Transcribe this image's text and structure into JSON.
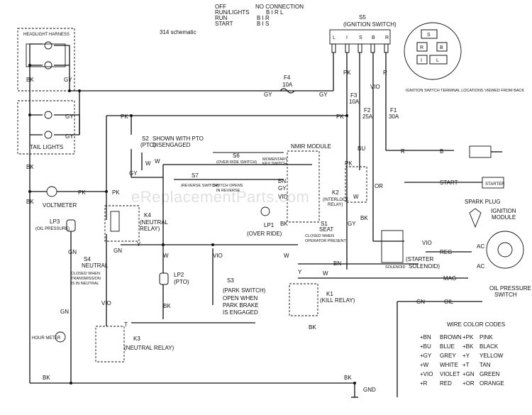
{
  "title": "314 schematic",
  "legend_states": [
    {
      "state": "OFF",
      "conn": "NO CONNECTION"
    },
    {
      "state": "RUN/LIGHTS",
      "conn": "B I R L"
    },
    {
      "state": "RUN",
      "conn": "B I R"
    },
    {
      "state": "START",
      "conn": "B I S"
    }
  ],
  "ignition": {
    "title": "S5",
    "subtitle": "(IGNITION SWITCH)",
    "terminals": [
      "L",
      "I",
      "S",
      "B",
      "R"
    ],
    "view_note": "IGNITION SWITCH TERMINAL LOCATIONS VIEWED FROM BACK",
    "face": [
      "S",
      "R",
      "B",
      "I",
      "L"
    ]
  },
  "fuses": {
    "f4": {
      "name": "F4",
      "rating": "10A"
    },
    "f3": {
      "name": "F3",
      "rating": "10A"
    },
    "f2": {
      "name": "F2",
      "rating": "25A"
    },
    "f1": {
      "name": "F1",
      "rating": "30A"
    }
  },
  "components": {
    "headlight": "HEADLIGHT HARNESS",
    "taillights": "TAIL LIGHTS",
    "voltmeter": "VOLTMETER",
    "lp3": "LP3",
    "lp3_sub": "(OIL PRESSURE)",
    "s2": "S2",
    "s2_pto": "(PTO)",
    "s2_note1": "SHOWN WITH PTO",
    "s2_note2": "DISENGAGED",
    "k4": "K4",
    "k4_sub1": "(NEUTRAL",
    "k4_sub2": "RELAY)",
    "s4": "S4",
    "s4_sub": "NEUTRAL",
    "s4_note": [
      "CLOSED WHEN",
      "TRANSMISSION",
      "IS IN NEUTRAL"
    ],
    "s6": "S6",
    "s6_sub": "(OVER RIDE SWITCH)",
    "s6_note1": "MOMENTARY",
    "s6_note2": "KEY SWITCH",
    "s7": "S7",
    "s7_note1": "(REVERSE SWITCH)",
    "s7_note2": "SWITCH OPENS",
    "s7_note3": "IN REVERSE",
    "nmir": "NMIR MODULE",
    "k2": "K2",
    "k2_sub1": "(INTERLOCK",
    "k2_sub2": "RELAY)",
    "lp1": "LP1",
    "lp1_sub": "(OVER RIDE)",
    "s1": "S1",
    "s1_sub": "SEAT",
    "s1_note1": "CLOSED WHEN",
    "s1_note2": "OPERATOR PRESENT",
    "lp2": "LP2",
    "lp2_sub": "(PTO)",
    "s3": "S3",
    "s3_sub": "(PARK SWITCH)",
    "s3_note": [
      "OPEN WHEN",
      "PARK BRAKE",
      "IS ENGAGED"
    ],
    "k1": "K1",
    "k1_sub": "(KILL RELAY)",
    "k3": "K3",
    "k3_sub": "(NEUTRAL RELAY)",
    "hourmeter": "HOUR METER",
    "solenoid_box": "SOLENOID",
    "starter_sol1": "(STARTER",
    "starter_sol2": "SOLENOID)",
    "start": "START",
    "starter": "STARTER",
    "spark": "SPARK PLUG",
    "ign_mod1": "IGNITION",
    "ign_mod2": "MODULE",
    "oil_sw1": "OIL PRESSURE",
    "oil_sw2": "SWITCH",
    "ac1": "AC",
    "ac2": "AC",
    "gnd": "GND"
  },
  "wire_labels": {
    "gy": "GY",
    "bk": "BK",
    "pk": "PK",
    "r": "R",
    "b": "B",
    "w": "W",
    "y": "Y",
    "vio": "VIO",
    "gn": "GN",
    "bu": "BU",
    "or": "OR",
    "reg": "REG",
    "mag": "MAG",
    "oil": "OIL",
    "bn": "BN",
    "t": "T"
  },
  "wire_codes": {
    "title": "WIRE COLOR CODES",
    "left": [
      {
        "code": "BN",
        "name": "BROWN"
      },
      {
        "code": "BU",
        "name": "BLUE"
      },
      {
        "code": "GY",
        "name": "GREY"
      },
      {
        "code": "W",
        "name": "WHITE"
      },
      {
        "code": "VIO",
        "name": "VIOLET"
      },
      {
        "code": "R",
        "name": "RED"
      }
    ],
    "right": [
      {
        "code": "PK",
        "name": "PINK"
      },
      {
        "code": "BK",
        "name": "BLACK"
      },
      {
        "code": "Y",
        "name": "YELLOW"
      },
      {
        "code": "T",
        "name": "TAN"
      },
      {
        "code": "GN",
        "name": "GREEN"
      },
      {
        "code": "OR",
        "name": "ORANGE"
      }
    ]
  },
  "watermark": "eReplacementParts.com"
}
